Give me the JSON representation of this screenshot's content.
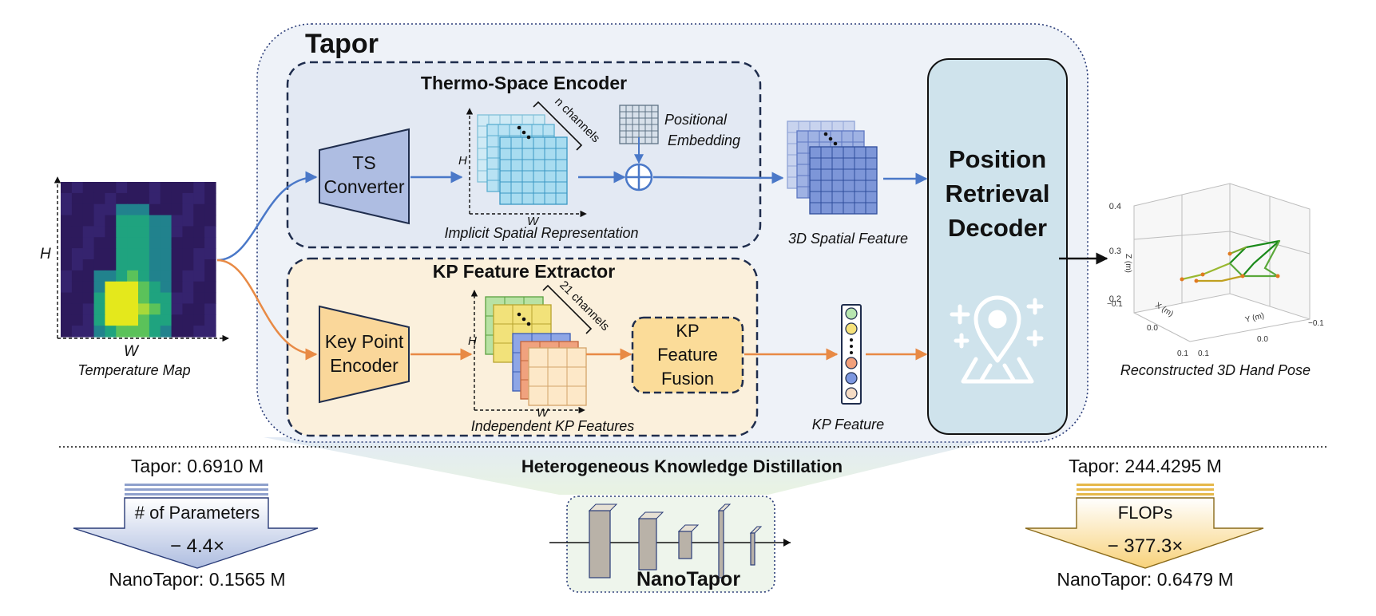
{
  "tapor_title": "Tapor",
  "thermo_encoder": {
    "title": "Thermo-Space Encoder",
    "ts_converter": [
      "TS",
      "Converter"
    ],
    "n_channels": "n channels",
    "h_axis": "H",
    "w_axis": "W",
    "positional_embedding": [
      "Positional",
      "Embedding"
    ],
    "implicit_label": "Implicit Spatial Representation",
    "spatial_feature": "3D Spatial Feature"
  },
  "kp_extractor": {
    "title": "KP Feature Extractor",
    "kp_encoder": [
      "Key Point",
      "Encoder"
    ],
    "channels_21": "21 channels",
    "h_axis": "H",
    "w_axis": "W",
    "fusion": [
      "KP",
      "Feature",
      "Fusion"
    ],
    "independent_label": "Independent KP Features",
    "kp_feature": "KP Feature"
  },
  "decoder": [
    "Position",
    "Retrieval",
    "Decoder"
  ],
  "temperature_map": {
    "label": "Temperature Map",
    "h_axis": "H",
    "w_axis": "W"
  },
  "hand_pose": {
    "label": "Reconstructed 3D Hand Pose",
    "z_ticks": [
      "0.4",
      "0.3",
      "0.2"
    ],
    "z_label": "Z (m)",
    "x_ticks": [
      "−0.1",
      "0.0",
      "0.1"
    ],
    "x_label": "X (m)",
    "y_ticks": [
      "0.1",
      "0.0",
      "−0.1"
    ],
    "y_label": "Y (m)"
  },
  "distillation": {
    "title": "Heterogeneous Knowledge Distillation",
    "student": "NanoTapor"
  },
  "params": {
    "top": "Tapor: 0.6910 M",
    "label": "# of Parameters",
    "ratio": "− 4.4×",
    "bottom": "NanoTapor: 0.1565 M",
    "color": "#c9d3ea"
  },
  "flops": {
    "top": "Tapor: 244.4295 M",
    "label": "FLOPs",
    "ratio": "− 377.3×",
    "bottom": "NanoTapor: 0.6479 M",
    "color": "#fbe3a0"
  },
  "colors": {
    "blue_arrow": "#4a78c8",
    "orange_arrow": "#e88a45",
    "decoder_fill": "#cfe3ec",
    "thermo_fill": "#e3e9f3",
    "kp_fill": "#fbf0dc",
    "dark_border": "#1f2d4d"
  }
}
